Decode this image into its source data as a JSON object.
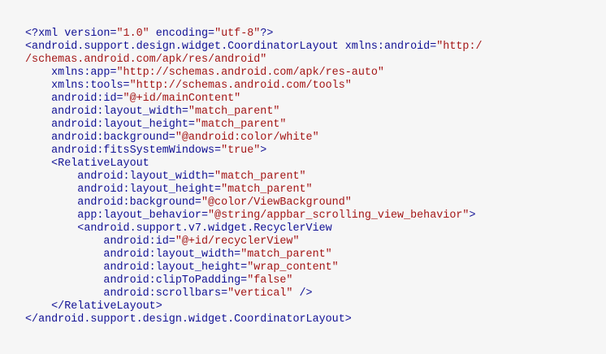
{
  "colors": {
    "background": "#f6f6f6",
    "tag": "#101094",
    "attribute": "#101094",
    "punctuation": "#101094",
    "string": "#a31515",
    "variable": "#000000"
  },
  "code": {
    "lines": [
      [
        [
          "tag",
          "<?xml"
        ],
        [
          "punctuation",
          " version="
        ],
        [
          "string",
          "\"1.0\""
        ],
        [
          "punctuation",
          " encoding="
        ],
        [
          "string",
          "\"utf-8\""
        ],
        [
          "tag",
          "?>"
        ]
      ],
      [
        [
          "tag",
          "<android.support.design.widget.CoordinatorLayout"
        ],
        [
          "attribute",
          " xmlns:android="
        ],
        [
          "string",
          "\"http:/"
        ]
      ],
      [
        [
          "string",
          "/schemas.android.com/apk/res/android\""
        ]
      ],
      [
        [
          "attribute",
          "    xmlns:app="
        ],
        [
          "string",
          "\"http://schemas.android.com/apk/res-auto\""
        ]
      ],
      [
        [
          "attribute",
          "    xmlns:tools="
        ],
        [
          "string",
          "\"http://schemas.android.com/tools\""
        ]
      ],
      [
        [
          "attribute",
          "    android:id="
        ],
        [
          "string",
          "\"@+id/mainContent\""
        ]
      ],
      [
        [
          "attribute",
          "    android:layout_width="
        ],
        [
          "string",
          "\"match_parent\""
        ]
      ],
      [
        [
          "attribute",
          "    android:layout_height="
        ],
        [
          "string",
          "\"match_parent\""
        ]
      ],
      [
        [
          "attribute",
          "    android:background="
        ],
        [
          "string",
          "\"@android:color/white\""
        ]
      ],
      [
        [
          "attribute",
          "    android:fitsSystemWindows="
        ],
        [
          "string",
          "\"true\""
        ],
        [
          "tag",
          ">"
        ]
      ],
      [
        [
          "tag",
          "    <RelativeLayout"
        ]
      ],
      [
        [
          "attribute",
          "        android:layout_width="
        ],
        [
          "string",
          "\"match_parent\""
        ]
      ],
      [
        [
          "attribute",
          "        android:layout_height="
        ],
        [
          "string",
          "\"match_parent\""
        ]
      ],
      [
        [
          "attribute",
          "        android:background="
        ],
        [
          "string",
          "\"@color/ViewBackground\""
        ]
      ],
      [
        [
          "attribute",
          "        app:layout_behavior="
        ],
        [
          "string",
          "\"@string/appbar_scrolling_view_behavior\""
        ],
        [
          "tag",
          ">"
        ]
      ],
      [
        [
          "tag",
          "        <android.support.v7.widget.RecyclerView"
        ]
      ],
      [
        [
          "attribute",
          "            android:id="
        ],
        [
          "string",
          "\"@+id/recyclerView\""
        ]
      ],
      [
        [
          "attribute",
          "            android:layout_width="
        ],
        [
          "string",
          "\"match_parent\""
        ]
      ],
      [
        [
          "attribute",
          "            android:layout_height="
        ],
        [
          "string",
          "\"wrap_content\""
        ]
      ],
      [
        [
          "attribute",
          "            android:clipToPadding="
        ],
        [
          "string",
          "\"false\""
        ]
      ],
      [
        [
          "attribute",
          "            android:scrollbars="
        ],
        [
          "string",
          "\"vertical\""
        ],
        [
          "tag",
          " />"
        ]
      ],
      [
        [
          "tag",
          "    </RelativeLayout>"
        ]
      ],
      [
        [
          "tag",
          "</android.support.design.widget.CoordinatorLayout>"
        ]
      ]
    ]
  }
}
